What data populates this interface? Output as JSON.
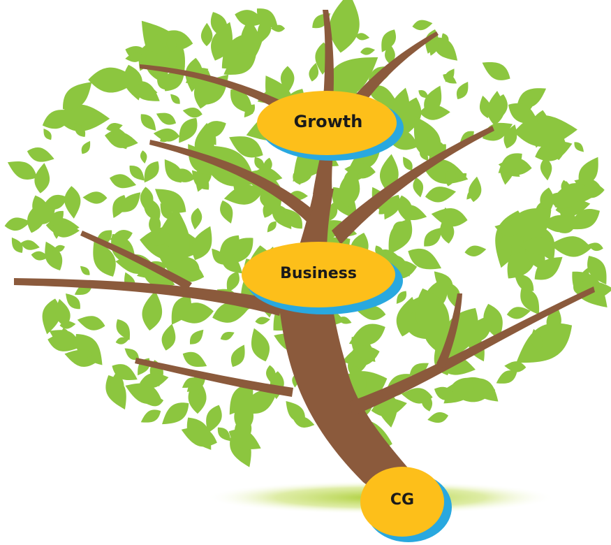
{
  "diagram": {
    "type": "tree",
    "nodes": [
      {
        "id": "growth",
        "label": "Growth"
      },
      {
        "id": "business",
        "label": "Business"
      },
      {
        "id": "cg",
        "label": "CG"
      }
    ]
  },
  "colors": {
    "leaf": "#8cc63f",
    "branch": "#8b5a3c",
    "node_fill": "#fdbf1a",
    "node_shadow": "#29a8df",
    "ground": "#b8d64a",
    "text": "#1a1a1a"
  }
}
